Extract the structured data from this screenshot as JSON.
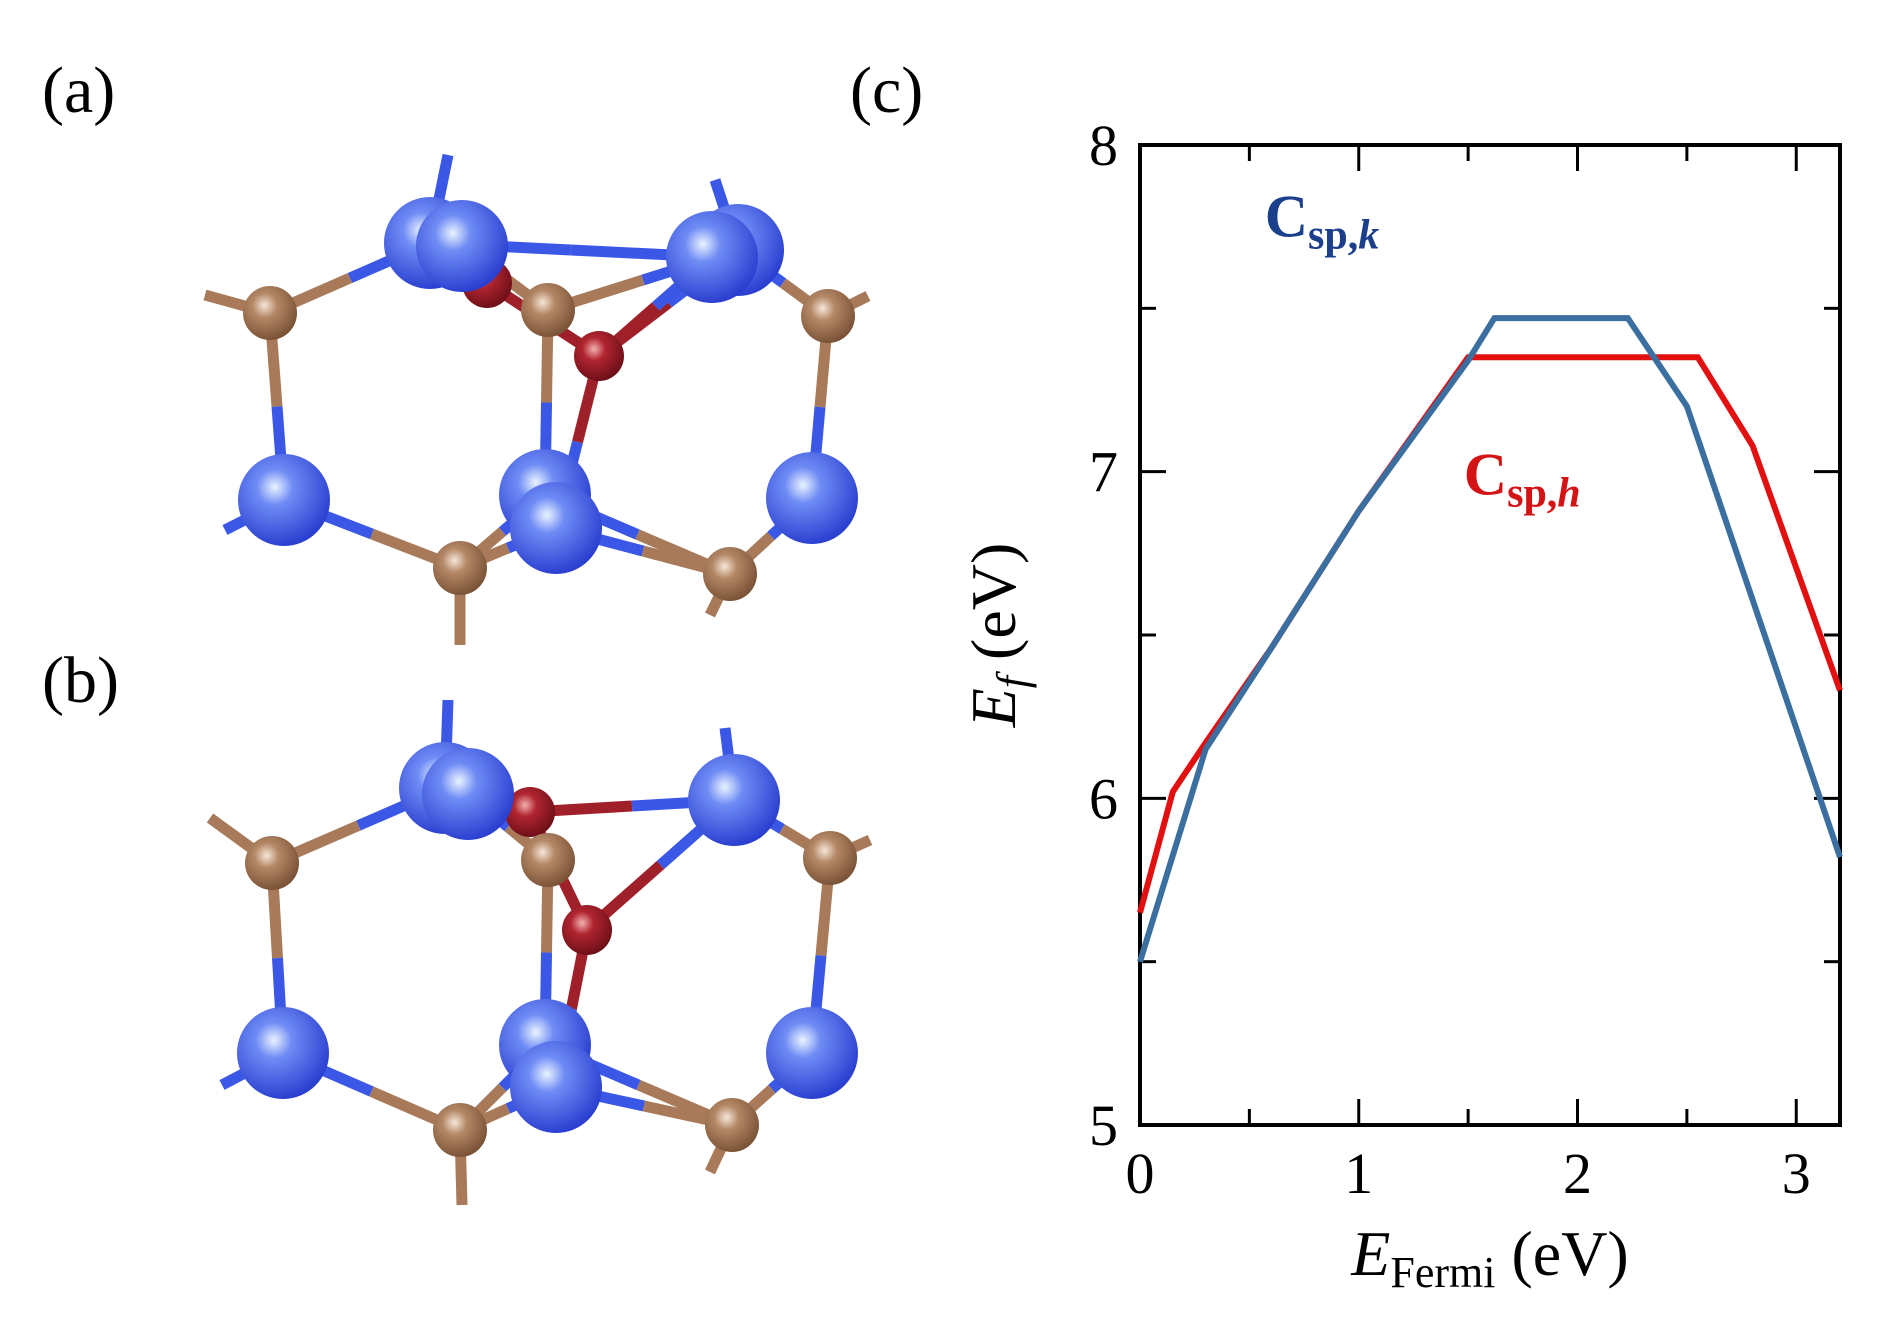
{
  "panels": {
    "a": "(a)",
    "b": "(b)",
    "c": "(c)"
  },
  "colors": {
    "nitrogen_atom": "#3b57e6",
    "boron_atom": "#a87a5a",
    "carbon_atom": "#a0202a",
    "series_k": "#3b6fa0",
    "series_h": "#e21010",
    "label_k": "#1c3f8c",
    "label_h": "#d41414"
  },
  "chart_data": {
    "type": "line",
    "xlim": [
      0,
      3.2
    ],
    "ylim": [
      5,
      8
    ],
    "x_ticks": [
      0,
      1,
      2,
      3
    ],
    "y_ticks": [
      5,
      6,
      7,
      8
    ],
    "x_minor_ticks": [
      0.5,
      1.5,
      2.5
    ],
    "y_minor_ticks": [
      5.5,
      6.5,
      7.5
    ],
    "xlabel": {
      "main": "E",
      "sub": "Fermi",
      "unit": " (eV)"
    },
    "ylabel": {
      "main": "E",
      "sub": "f",
      "unit": " (eV)"
    },
    "series": [
      {
        "key": "h",
        "label": {
          "main": "C",
          "sub": "sp,",
          "sub_italic": "h"
        },
        "points": [
          [
            0,
            5.65
          ],
          [
            0.15,
            6.02
          ],
          [
            0.3,
            6.17
          ],
          [
            0.6,
            6.46
          ],
          [
            1.0,
            6.88
          ],
          [
            1.5,
            7.35
          ],
          [
            2.55,
            7.35
          ],
          [
            2.8,
            7.08
          ],
          [
            3.2,
            6.33
          ]
        ]
      },
      {
        "key": "k",
        "label": {
          "main": "C",
          "sub": "sp,",
          "sub_italic": "k"
        },
        "points": [
          [
            0,
            5.5
          ],
          [
            0.3,
            6.15
          ],
          [
            0.6,
            6.46
          ],
          [
            1.0,
            6.88
          ],
          [
            1.5,
            7.34
          ],
          [
            1.62,
            7.47
          ],
          [
            2.23,
            7.47
          ],
          [
            2.5,
            7.2
          ],
          [
            3.2,
            5.82
          ]
        ]
      }
    ]
  }
}
